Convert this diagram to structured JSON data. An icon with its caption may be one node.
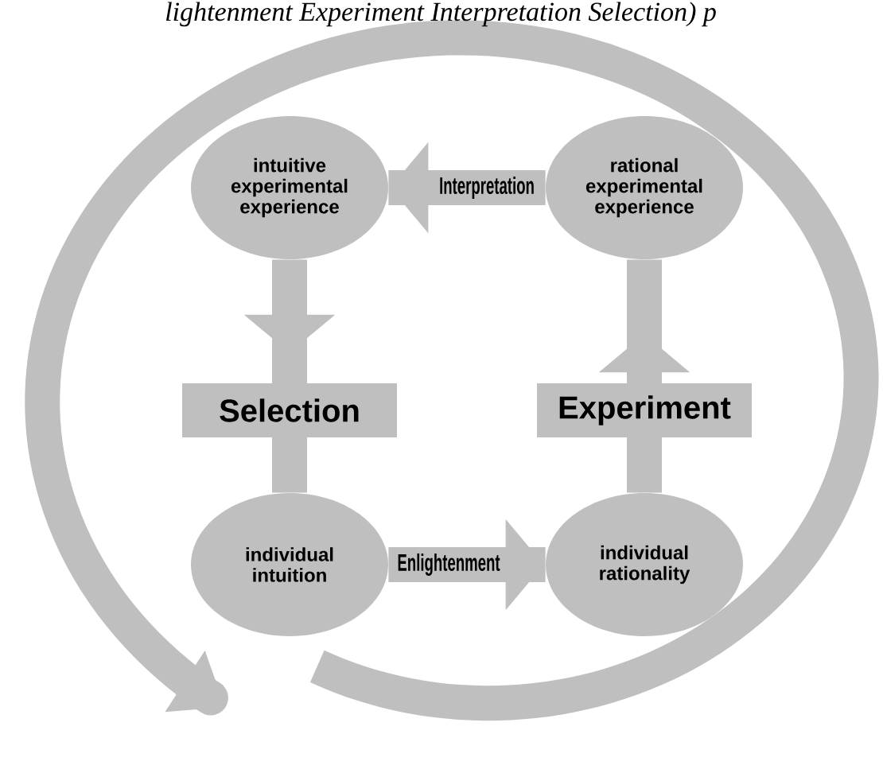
{
  "diagram": {
    "nodes": [
      {
        "text": [
          "intuitive experimental experience"
        ]
      },
      {
        "text": [
          "rational experimental experience"
        ]
      },
      {
        "text": [
          "individual intuition"
        ]
      },
      {
        "text": [
          "individual rationality"
        ]
      }
    ],
    "edges": [
      {
        "from": 1,
        "to": 0,
        "arrow": "to",
        "label": "Interpretation"
      },
      {
        "from": 0,
        "to": 2,
        "arrow": "to",
        "label": "Selection"
      },
      {
        "from": 2,
        "to": 3,
        "arrow": "to",
        "label": "Enlightenment"
      },
      {
        "from": 3,
        "to": 1,
        "arrow": "to",
        "label": "Experiment"
      }
    ],
    "labels": [
      "lightenment Experiment Interpretation Selection) p"
    ]
  }
}
